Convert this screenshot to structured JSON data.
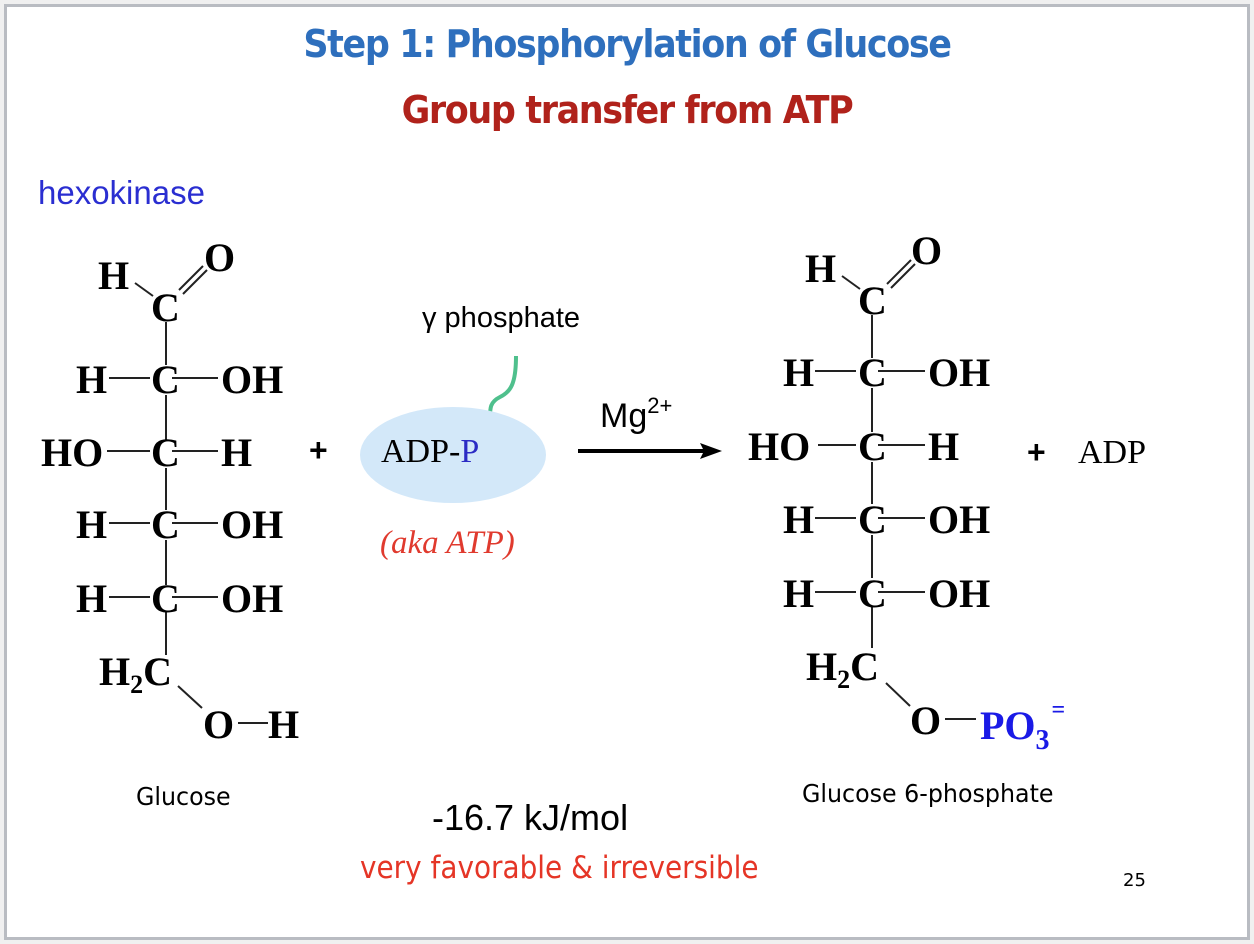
{
  "slide": {
    "title": "Step 1: Phosphorylation of Glucose",
    "subtitle": "Group transfer from ATP",
    "enzyme": "hexokinase",
    "page_number": "25"
  },
  "colors": {
    "title_blue": "#2e6fbd",
    "subtitle_red": "#b0221b",
    "enzyme_blue": "#2a2ed1",
    "ellipse_fill": "#d3e8f9",
    "phosphate_blue": "#1a1ae6",
    "annotation_red": "#e03a2e",
    "arrow_green": "#4fc08d",
    "border_gray": "#b9bcc2"
  },
  "reactant": {
    "name": "Glucose",
    "rows": [
      {
        "left": "H",
        "center": "C",
        "right": "O",
        "type": "aldehyde"
      },
      {
        "left": "H",
        "center": "C",
        "right": "OH"
      },
      {
        "left": "HO",
        "center": "C",
        "right": "H"
      },
      {
        "left": "H",
        "center": "C",
        "right": "OH"
      },
      {
        "left": "H",
        "center": "C",
        "right": "OH"
      },
      {
        "left": "H",
        "sub": "2",
        "center": "C"
      },
      {
        "left": "O",
        "right": "H"
      }
    ]
  },
  "cosubstrate": {
    "plus": "+",
    "label_prefix": "ADP-",
    "label_p": "P",
    "aka": "(aka ATP)",
    "gamma_label": "γ phosphate"
  },
  "conditions": {
    "cofactor": "Mg",
    "cofactor_charge": "2+"
  },
  "product": {
    "name": "Glucose 6-phosphate",
    "rows": [
      {
        "left": "H",
        "center": "C",
        "right": "O",
        "type": "aldehyde"
      },
      {
        "left": "H",
        "center": "C",
        "right": "OH"
      },
      {
        "left": "HO",
        "center": "C",
        "right": "H"
      },
      {
        "left": "H",
        "center": "C",
        "right": "OH"
      },
      {
        "left": "H",
        "center": "C",
        "right": "OH"
      },
      {
        "left": "H",
        "sub": "2",
        "center": "C"
      },
      {
        "left": "O",
        "group": "PO",
        "group_sub": "3",
        "group_charge": "="
      }
    ],
    "plus": "+",
    "byproduct": "ADP"
  },
  "thermodynamics": {
    "delta_g": "-16.7 kJ/mol",
    "note": "very favorable & irreversible"
  }
}
